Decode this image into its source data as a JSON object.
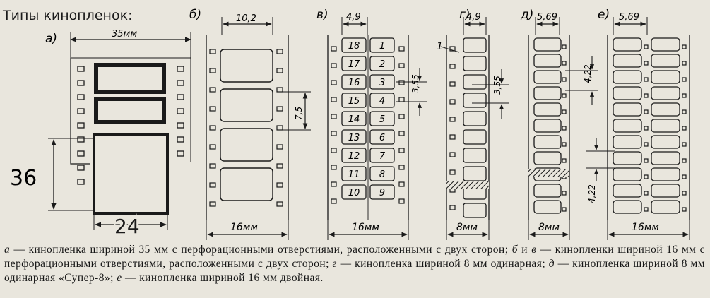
{
  "title": "Типы кинопленок:",
  "panels": {
    "a": {
      "letter": "а)",
      "width": "35мм",
      "big_height": "36",
      "big_width": "24"
    },
    "b": {
      "letter": "б)",
      "top_dim": "10,2",
      "side_dim": "7,5",
      "bottom_dim": "16мм"
    },
    "v": {
      "letter": "в)",
      "top_dim": "4,9",
      "side_dim": "3,55",
      "bottom_dim": "16мм",
      "left_numbers": [
        "18",
        "17",
        "16",
        "15",
        "14",
        "13",
        "12",
        "11",
        "10"
      ],
      "right_numbers": [
        "1",
        "2",
        "3",
        "4",
        "5",
        "6",
        "7",
        "8",
        "9"
      ]
    },
    "g": {
      "letter": "г)",
      "top_dim": "4,9",
      "side_dim": "3,55",
      "bottom_dim": "8мм",
      "marker": "1"
    },
    "d": {
      "letter": "д)",
      "top_dim": "5,69",
      "side_dim": "4,22",
      "bottom_dim": "8мм"
    },
    "e": {
      "letter": "е)",
      "top_dim": "5,69",
      "side_dim": "4,22",
      "bottom_dim": "16мм"
    }
  },
  "caption": {
    "a_letter": "а",
    "a_text": " — кинопленка шириной 35 мм с перфорационными отверстиями, расположенными с двух сторон; ",
    "b_letter": "б",
    "and_word": " и ",
    "v_letter": "в",
    "bv_text": " — кинопленки шириной 16 мм с перфорационными отверстиями, расположенными с двух сторон; ",
    "g_letter": "г",
    "g_text": " — кинопленка шириной 8 мм одинарная; ",
    "d_letter": "д",
    "d_text": " — кинопленка шириной 8 мм одинарная «Супер-8»; ",
    "e_letter": "е",
    "e_text": " — кинопленка шириной 16 мм двойная."
  }
}
